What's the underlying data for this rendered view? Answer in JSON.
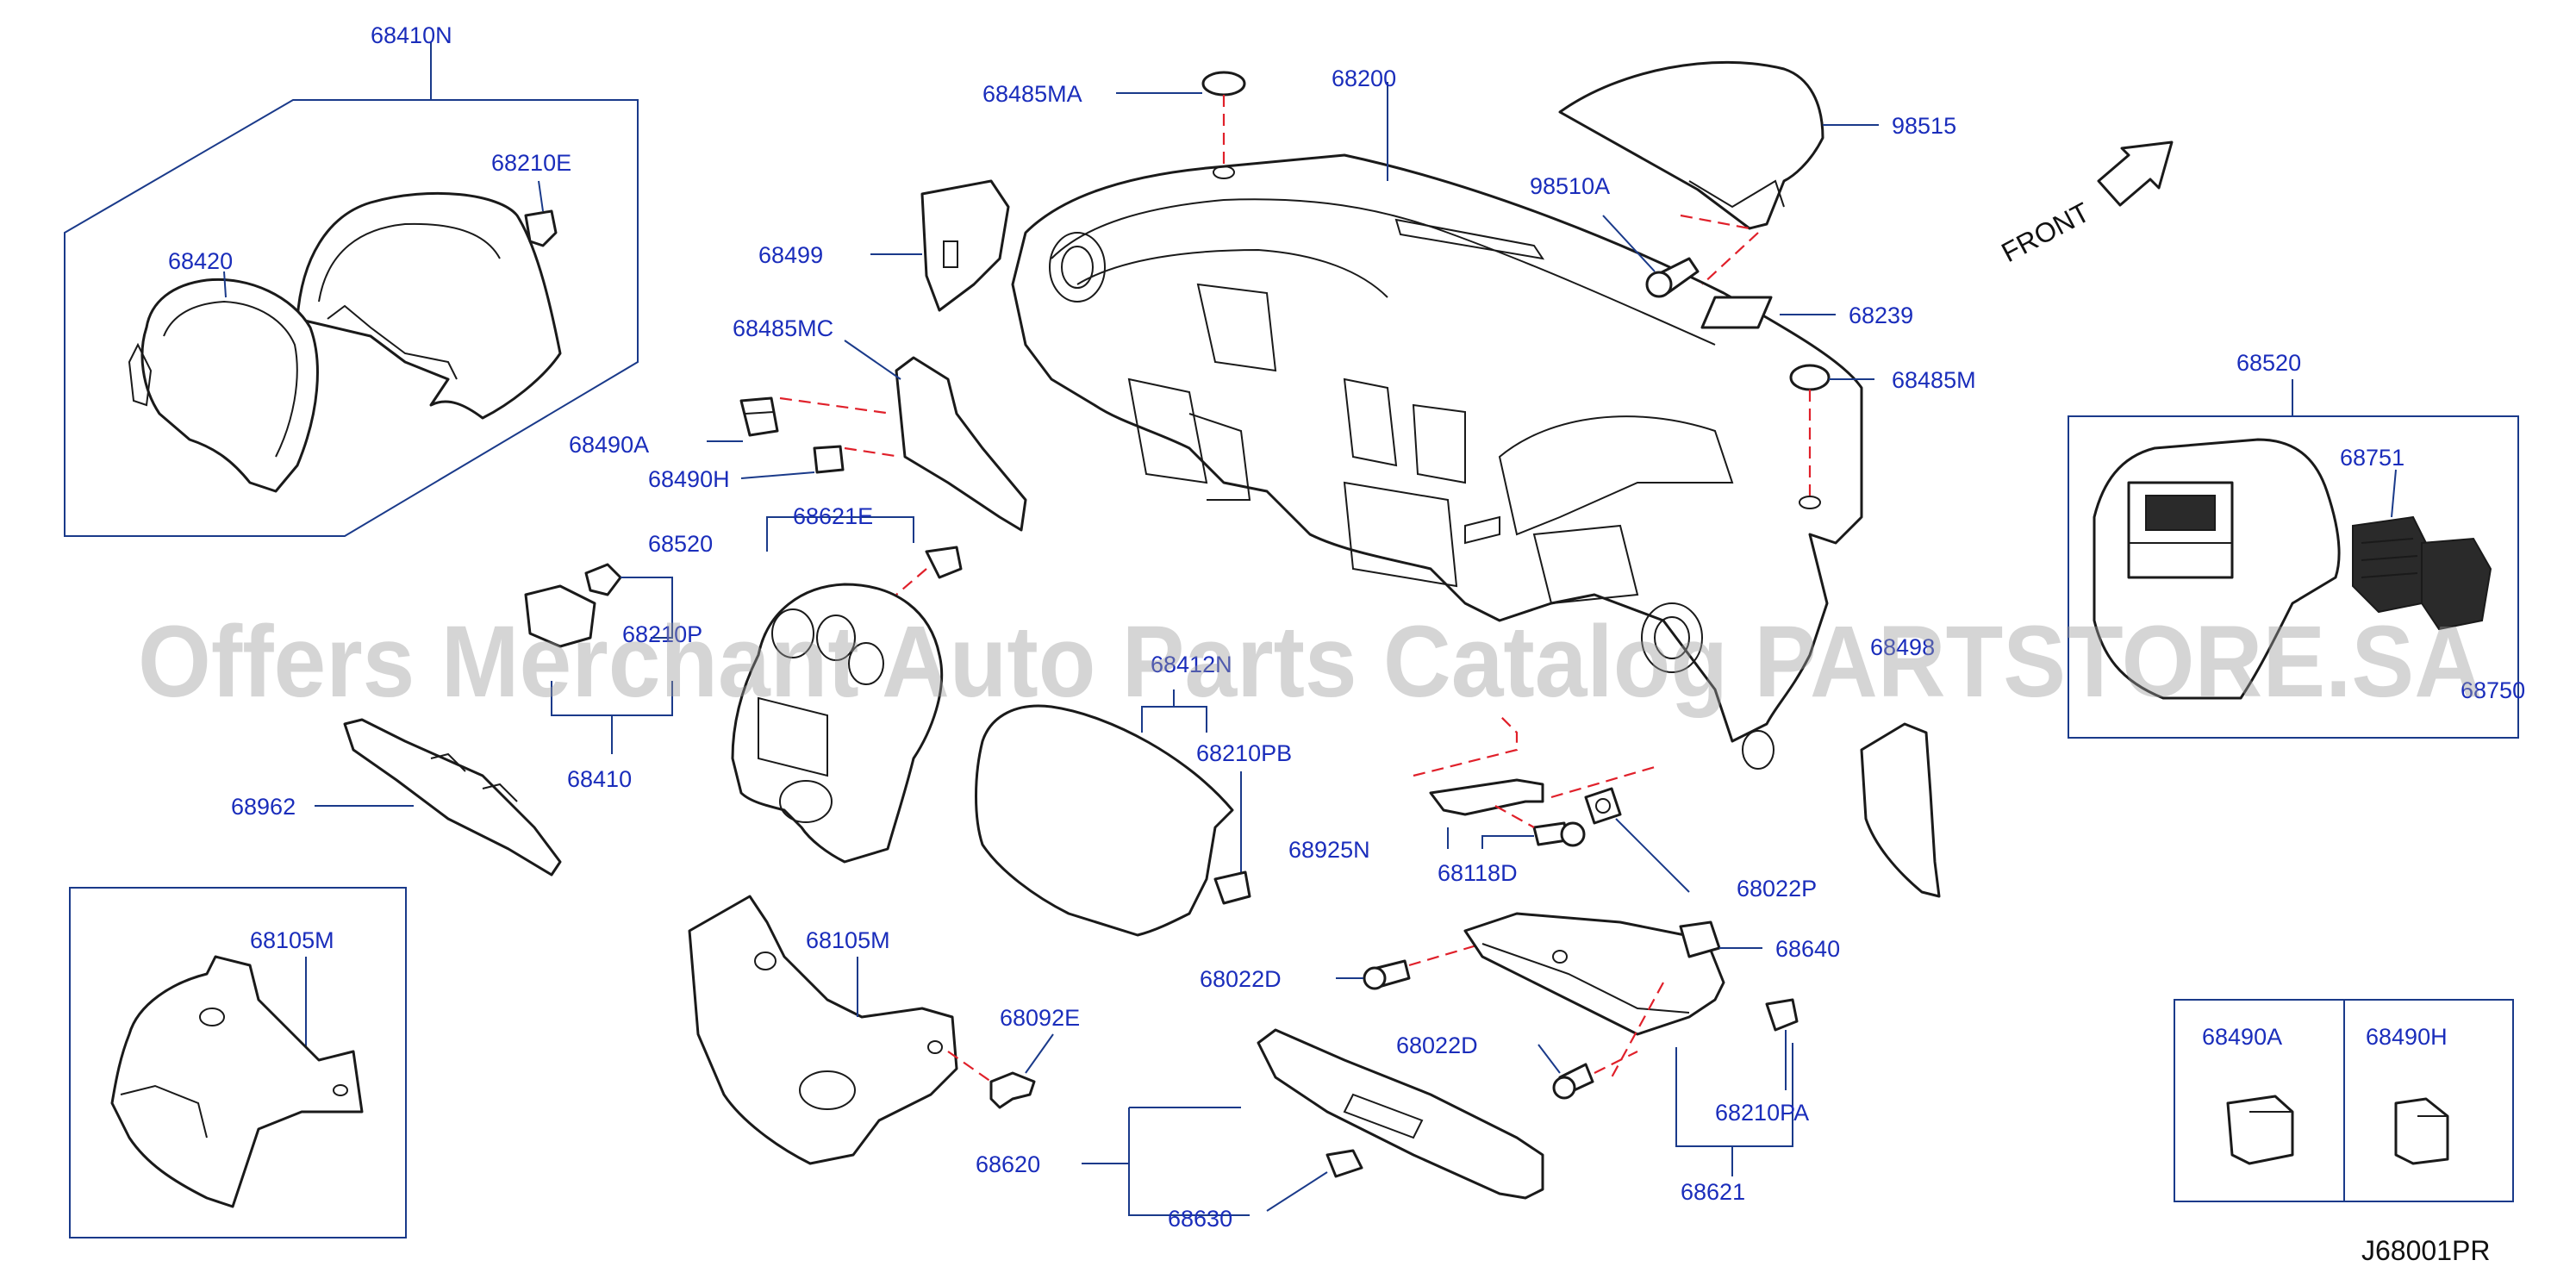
{
  "watermark": "Offers Merchant Auto Parts Catalog PARTSTORE.SA",
  "direction_label": "FRONT",
  "reference_code": "J68001PR",
  "labels": {
    "p68410N": "68410N",
    "p68210E": "68210E",
    "p68420": "68420",
    "p68485MA": "68485MA",
    "p68200": "68200",
    "p98515": "98515",
    "p98510A": "98510A",
    "p68239": "68239",
    "p68485M": "68485M",
    "p68499": "68499",
    "p68485MC": "68485MC",
    "p68490A": "68490A",
    "p68490H": "68490H",
    "p68520": "68520",
    "p68621E": "68621E",
    "p68210P": "68210P",
    "p68410": "68410",
    "p68962": "68962",
    "p68412N": "68412N",
    "p68210PB": "68210PB",
    "p68498": "68498",
    "p68925N": "68925N",
    "p68118D": "68118D",
    "p68022P": "68022P",
    "p68520b": "68520",
    "p68751": "68751",
    "p68750": "68750",
    "p68105M_box": "68105M",
    "p68105M": "68105M",
    "p68092E": "68092E",
    "p68022D_a": "68022D",
    "p68022D_b": "68022D",
    "p68640": "68640",
    "p68210PA": "68210PA",
    "p68620": "68620",
    "p68630": "68630",
    "p68621": "68621",
    "p68490A_box": "68490A",
    "p68490H_box": "68490H"
  },
  "colors": {
    "label": "#1a2dbb",
    "leader": "#1a3a8a",
    "dashed_guide": "#e0202a",
    "outline": "#1a1a1a"
  }
}
